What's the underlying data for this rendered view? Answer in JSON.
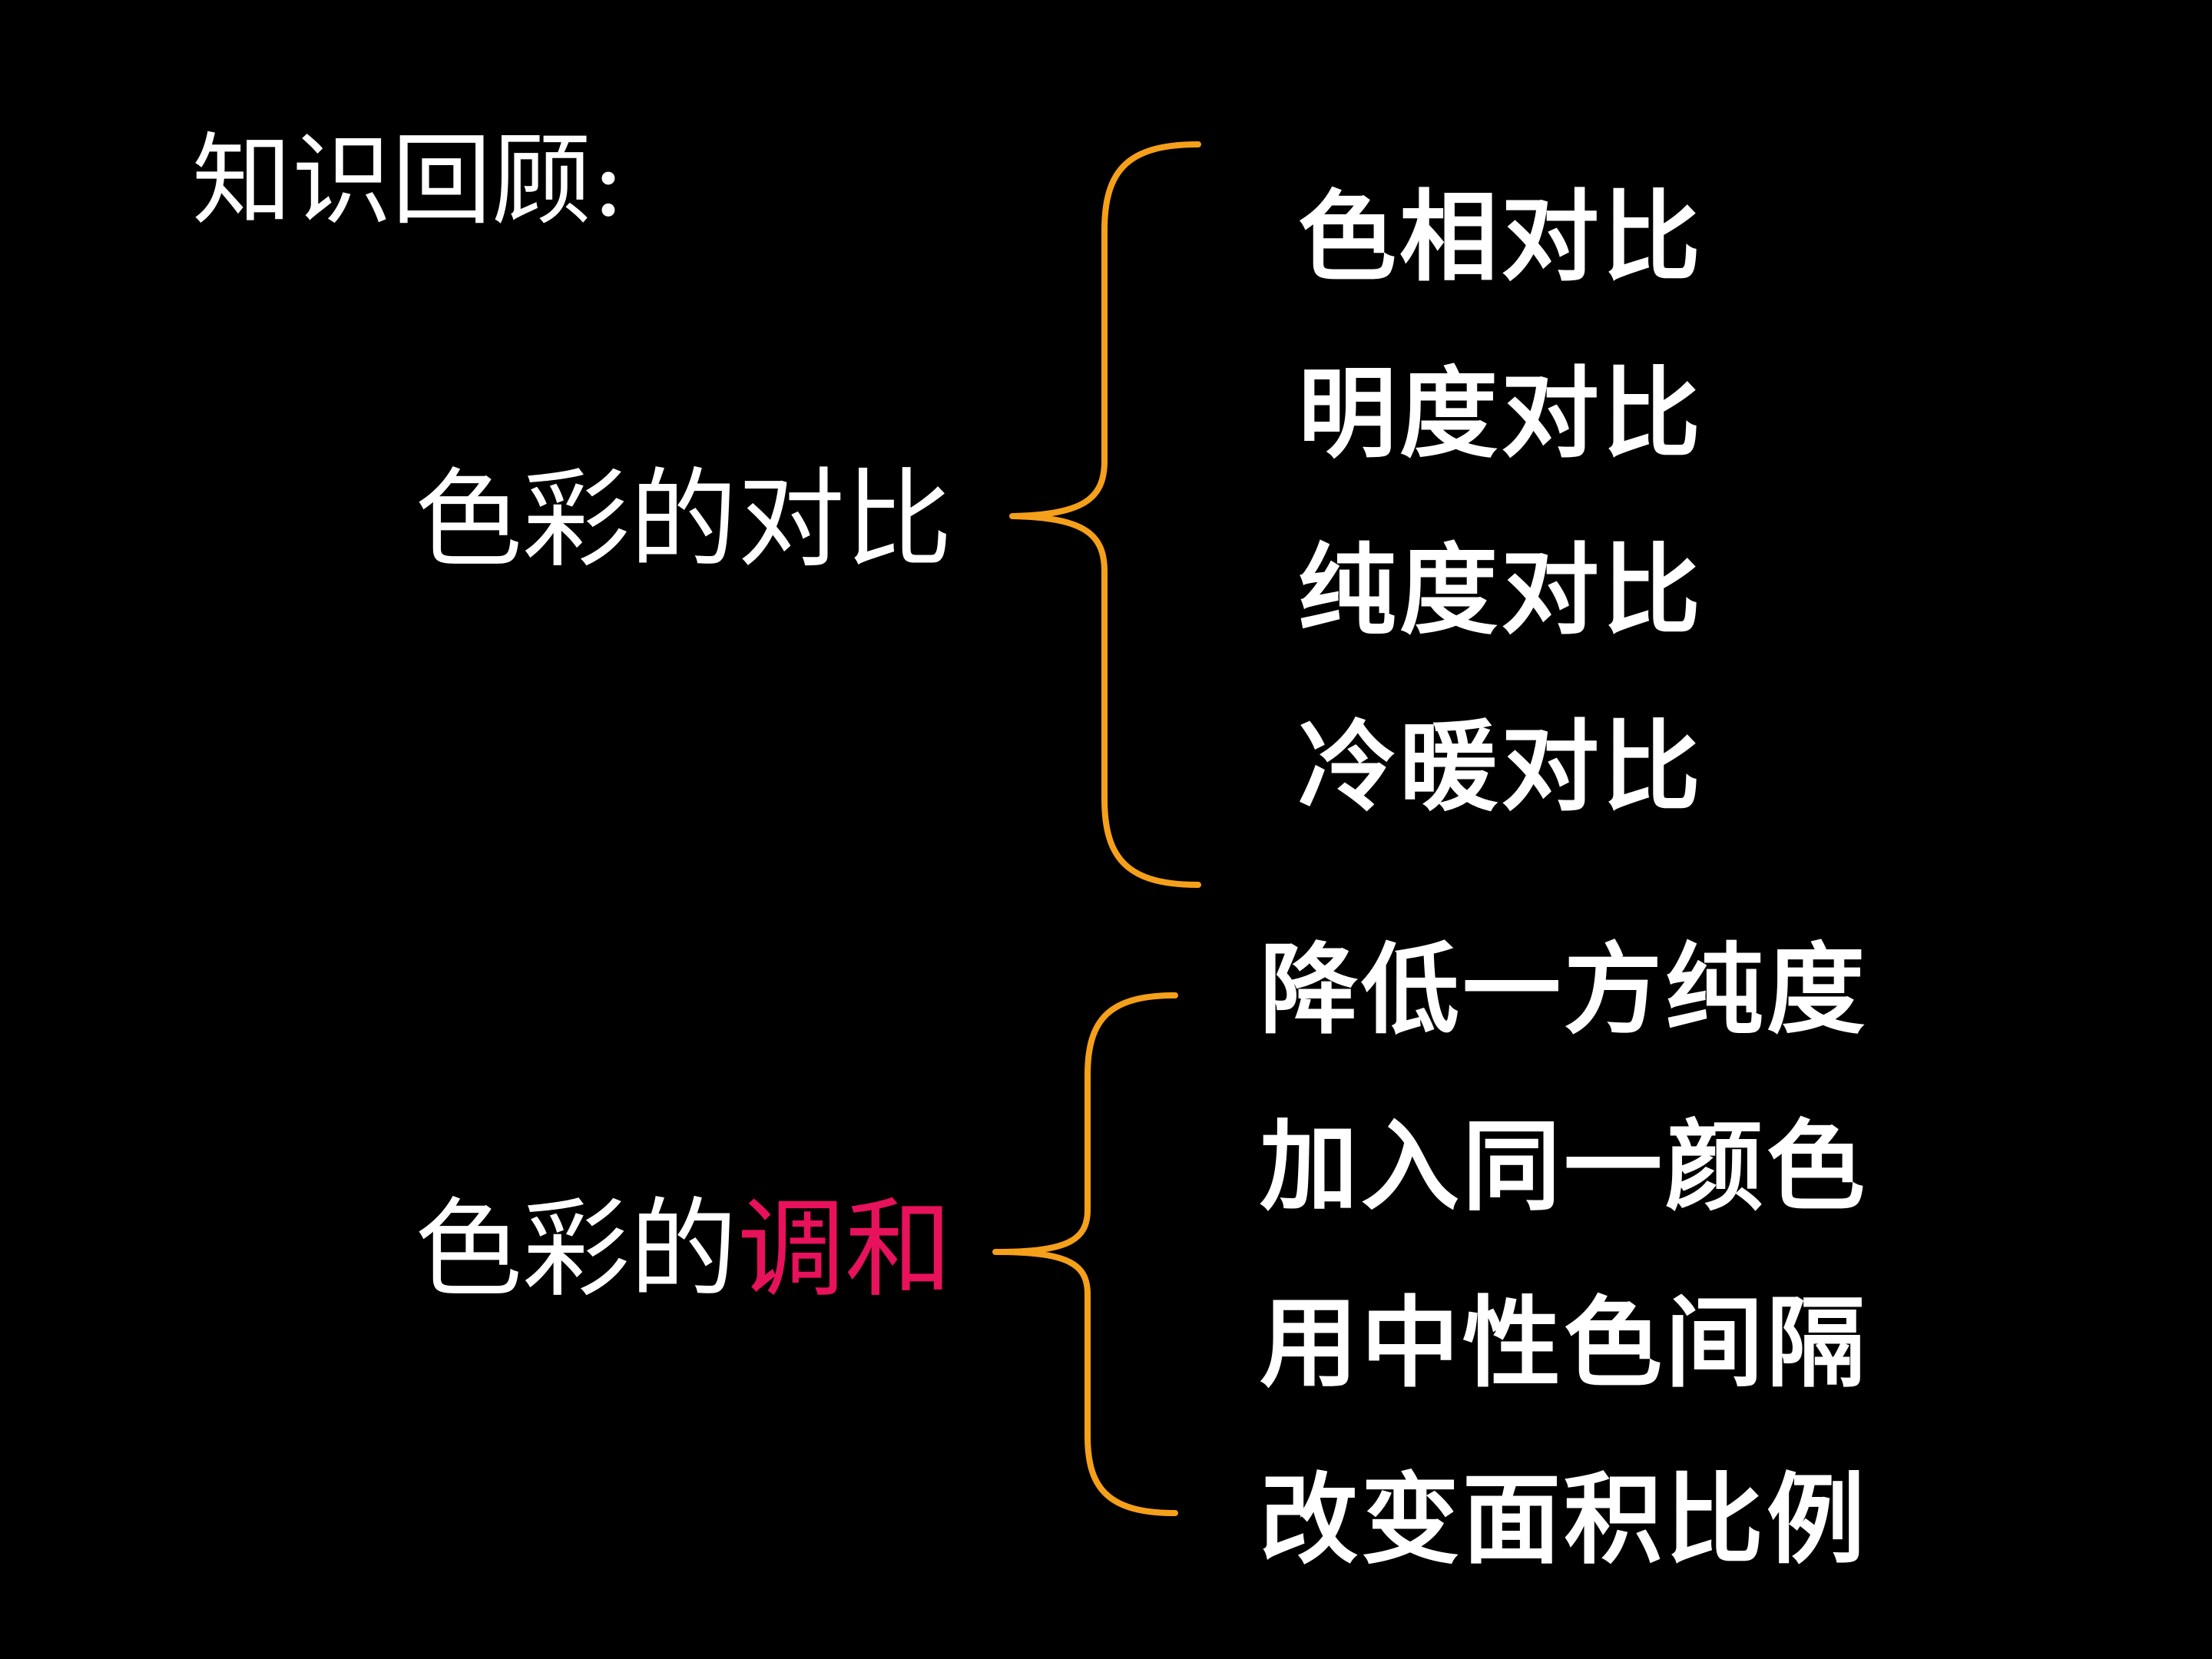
{
  "title": "知识回顾:",
  "contrast": {
    "label": "色彩的对比",
    "items": [
      "色相对比",
      "明度对比",
      "纯度对比",
      "冷暖对比"
    ]
  },
  "harmony": {
    "label_prefix": "色彩的",
    "label_accent": "调和",
    "items": [
      "降低一方纯度",
      "加入同一颜色",
      "用中性色间隔",
      "改变面积比例"
    ]
  },
  "colors": {
    "background": "#000000",
    "text": "#ffffff",
    "brace": "#f5a01a",
    "accent": "#e8115c"
  }
}
